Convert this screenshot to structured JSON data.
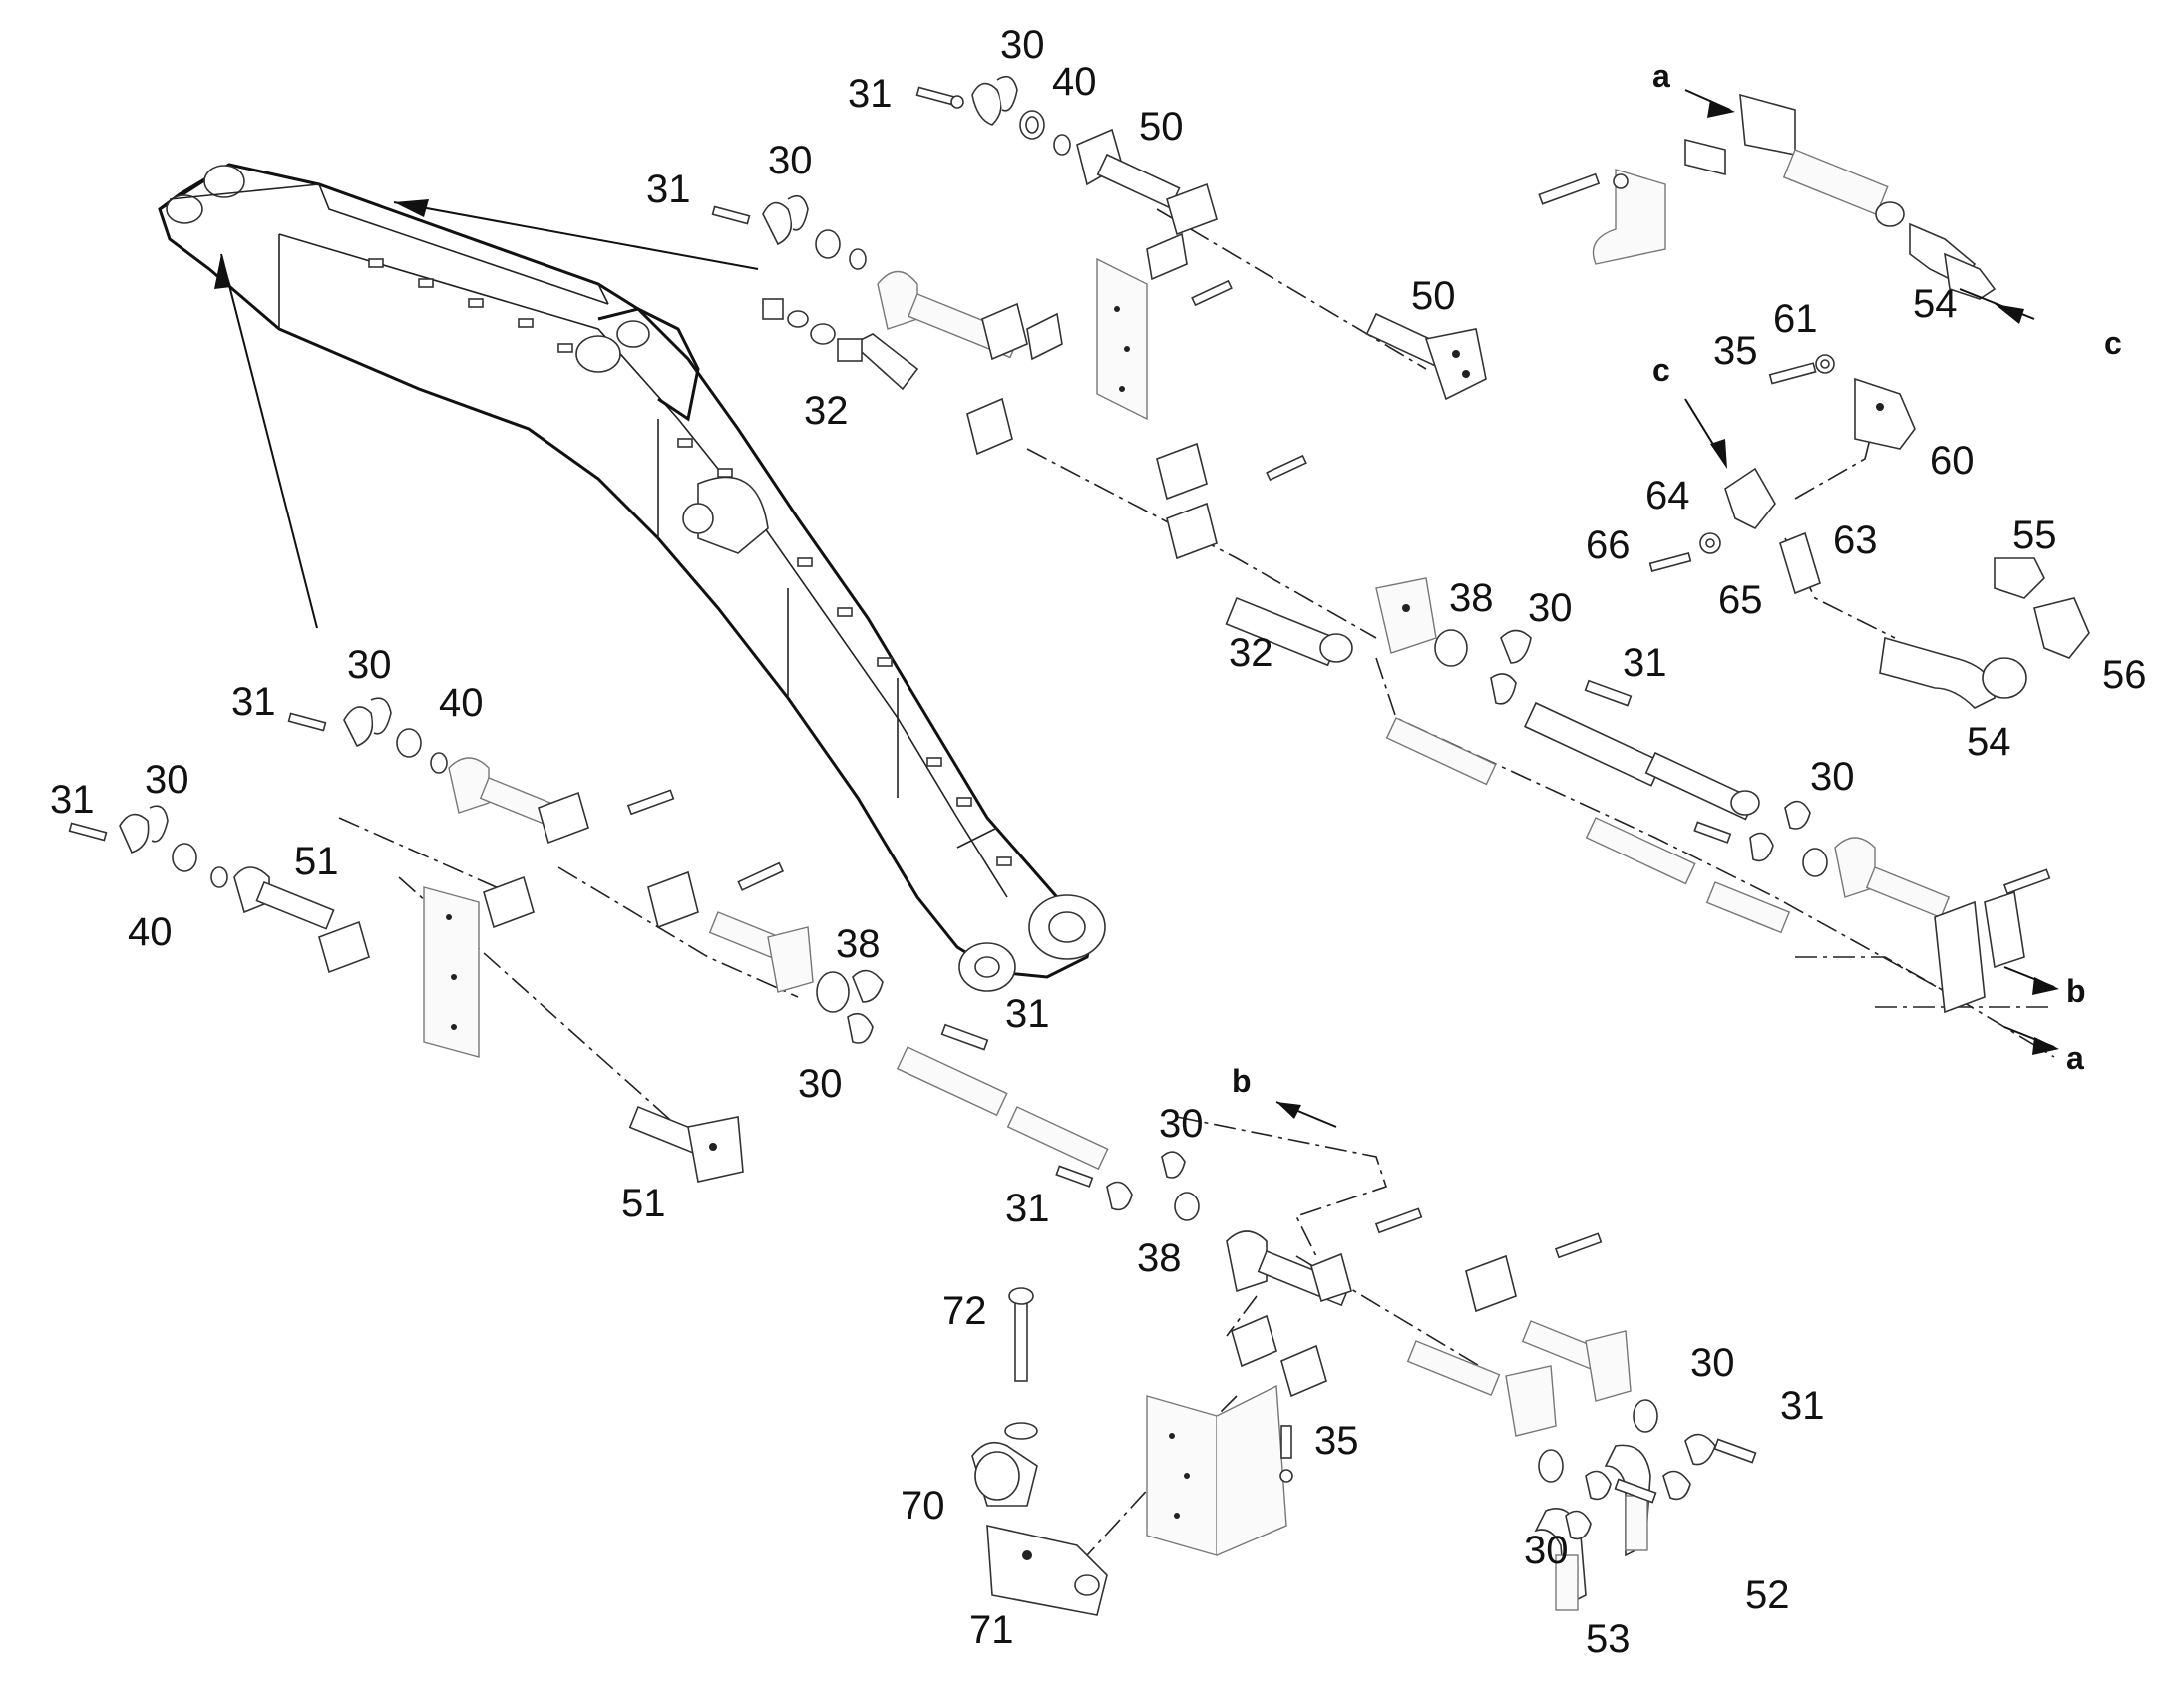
{
  "callouts": [
    {
      "text": "31"
    },
    {
      "text": "30"
    },
    {
      "text": "40"
    },
    {
      "text": "50"
    },
    {
      "text": "31"
    },
    {
      "text": "30"
    },
    {
      "text": "32"
    },
    {
      "text": "50"
    },
    {
      "text": "54"
    },
    {
      "text": "61"
    },
    {
      "text": "35"
    },
    {
      "text": "60"
    },
    {
      "text": "64"
    },
    {
      "text": "55"
    },
    {
      "text": "66"
    },
    {
      "text": "63"
    },
    {
      "text": "65"
    },
    {
      "text": "32"
    },
    {
      "text": "38"
    },
    {
      "text": "30"
    },
    {
      "text": "31"
    },
    {
      "text": "56"
    },
    {
      "text": "54"
    },
    {
      "text": "30"
    },
    {
      "text": "31"
    },
    {
      "text": "30"
    },
    {
      "text": "40"
    },
    {
      "text": "31"
    },
    {
      "text": "30"
    },
    {
      "text": "51"
    },
    {
      "text": "40"
    },
    {
      "text": "38"
    },
    {
      "text": "31"
    },
    {
      "text": "30"
    },
    {
      "text": "30"
    },
    {
      "text": "31"
    },
    {
      "text": "38"
    },
    {
      "text": "51"
    },
    {
      "text": "72"
    },
    {
      "text": "35"
    },
    {
      "text": "30"
    },
    {
      "text": "31"
    },
    {
      "text": "70"
    },
    {
      "text": "30"
    },
    {
      "text": "52"
    },
    {
      "text": "71"
    },
    {
      "text": "53"
    }
  ],
  "refs": [
    {
      "text": "a"
    },
    {
      "text": "c"
    },
    {
      "text": "c"
    },
    {
      "text": "b"
    },
    {
      "text": "a"
    },
    {
      "text": "b"
    }
  ]
}
